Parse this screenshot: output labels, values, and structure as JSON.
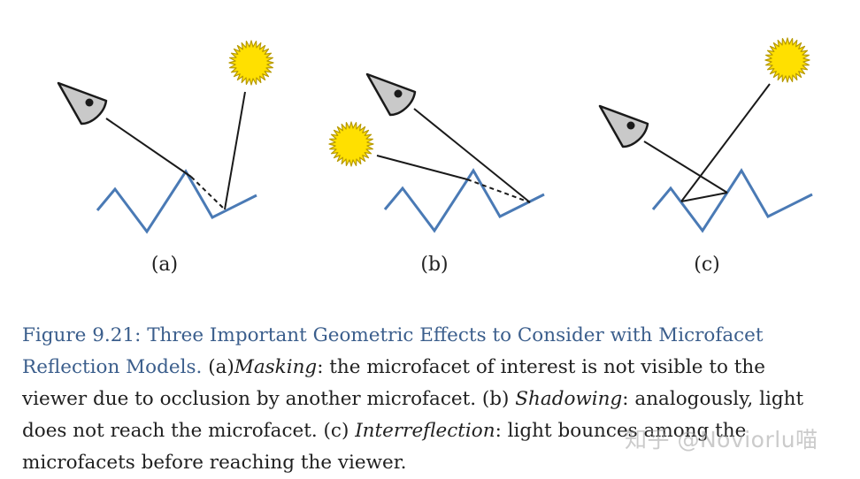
{
  "colors": {
    "surface": "#4a7ab5",
    "ray": "#1a1a1a",
    "sun_fill": "#ffe000",
    "sun_stroke": "#b89a00",
    "eye_fill": "#c9c9c9",
    "caption_title": "#3b5e8c",
    "caption_text": "#1f1f1f"
  },
  "icons": [
    "eye-icon",
    "sun-icon"
  ],
  "panels": [
    {
      "label": "(a)"
    },
    {
      "label": "(b)"
    },
    {
      "label": "(c)"
    }
  ],
  "caption": {
    "title_line1": "Figure 9.21: Three Important Geometric Effects to Consider with Microfacet",
    "title_line2": "Reflection Models.",
    "part_a_label": "(a)",
    "part_a_term": "Masking",
    "part_a_text": ": the microfacet of interest is not visible to the",
    "line3_text": "viewer due to occlusion by another microfacet. (b)",
    "part_b_term": "Shadowing",
    "part_b_text": ": analogously, light",
    "line4_text": "does not reach the microfacet. (c)",
    "part_c_term": "Interreflection",
    "part_c_text": ": light bounces among the",
    "line5_text": "microfacets before reaching the viewer."
  },
  "watermark": "知乎 @Noviorlu喵"
}
